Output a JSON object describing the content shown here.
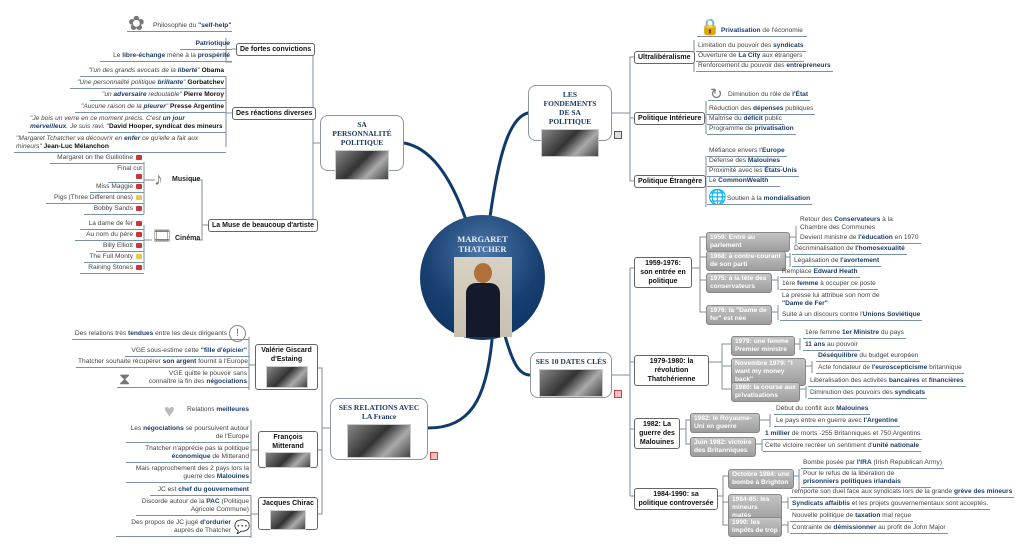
{
  "center": {
    "title": "MARGARET THATCHER"
  },
  "personnalite": {
    "title": "SA PERSONNALITÉ POLITIQUE",
    "convictions": {
      "label": "De fortes convictions",
      "items": [
        [
          [
            "Philosophie du ",
            ""
          ],
          [
            "\"self-help\"",
            "b"
          ]
        ],
        [
          [
            "Patriotique",
            "b"
          ]
        ],
        [
          [
            "Le ",
            ""
          ],
          [
            "libre-échange",
            "b"
          ],
          [
            " mène à la ",
            ""
          ],
          [
            "prospérité",
            "b"
          ]
        ]
      ]
    },
    "reactions": {
      "label": "Des réactions diverses",
      "items": [
        [
          [
            "\"l'un des grands avocats de la ",
            "i"
          ],
          [
            "liberté",
            "ib"
          ],
          [
            "\" ",
            "i"
          ],
          [
            "Obama",
            "k"
          ]
        ],
        [
          [
            "\"Une personnalité politique ",
            "i"
          ],
          [
            "brillante",
            "ib"
          ],
          [
            "\" ",
            "i"
          ],
          [
            "Gorbatchev",
            "k"
          ]
        ],
        [
          [
            "\"un ",
            "i"
          ],
          [
            "adversaire",
            "ib"
          ],
          [
            " redoutable\" ",
            "i"
          ],
          [
            "Pierre Moroy",
            "k"
          ]
        ],
        [
          [
            "\"Aucune raison de la ",
            "i"
          ],
          [
            "pleurer",
            "ib"
          ],
          [
            "\" ",
            "i"
          ],
          [
            "Presse Argentine",
            "k"
          ]
        ],
        [
          [
            "\"Je bois un verre en ce moment précis. C'est ",
            "i"
          ],
          [
            "un jour merveilleux",
            "ib"
          ],
          [
            ". Je suis ravi. \"",
            "i"
          ],
          [
            "David Hooper, syndicat des mineurs",
            "k"
          ]
        ],
        [
          [
            "\"Margaret Tchatcher va découvrir en ",
            "i"
          ],
          [
            "enfer",
            "ib"
          ],
          [
            " ce qu'elle a fait aux mineurs\" ",
            "i"
          ],
          [
            "Jean-Luc Mélanchon",
            "k"
          ]
        ]
      ]
    },
    "muse": {
      "label": "La Muse de beaucoup d'artiste",
      "musique": {
        "label": "Musique",
        "items": [
          [
            [
              "Margaret on the Guillotine",
              ""
            ]
          ],
          [
            [
              "Final cut",
              ""
            ]
          ],
          [
            [
              "Miss Maggie",
              ""
            ]
          ],
          [
            [
              "Pigs (Three Different ones)",
              ""
            ]
          ],
          [
            [
              "Bobby Sands",
              ""
            ]
          ]
        ]
      },
      "cinema": {
        "label": "Cinéma",
        "items": [
          [
            [
              "La dame de fer",
              ""
            ]
          ],
          [
            [
              "Au nom du père",
              ""
            ]
          ],
          [
            [
              "Billy Elliott",
              ""
            ]
          ],
          [
            [
              "The Full Monty",
              ""
            ]
          ],
          [
            [
              "Raining Stones",
              ""
            ]
          ]
        ]
      }
    }
  },
  "fondements": {
    "title": "LES FONDEMENTS DE SA POLITIQUE",
    "ultra": {
      "label": "Ultralibéralisme",
      "items": [
        [
          [
            "Privatisation",
            "b"
          ],
          [
            " de l'économie",
            ""
          ]
        ],
        [
          [
            "Limitation du pouvoir des ",
            ""
          ],
          [
            "syndicats",
            "b"
          ]
        ],
        [
          [
            "Ouverture de ",
            ""
          ],
          [
            "La City",
            "b"
          ],
          [
            " aux étrangers",
            ""
          ]
        ],
        [
          [
            "Renforcement du pouvoir des ",
            ""
          ],
          [
            "entrepreneurs",
            "b"
          ]
        ]
      ]
    },
    "interieure": {
      "label": "Politique Intérieure",
      "items": [
        [
          [
            "Diminution du rôle de ",
            ""
          ],
          [
            "l'État",
            "b"
          ]
        ],
        [
          [
            "Réduction des ",
            ""
          ],
          [
            "dépenses",
            "b"
          ],
          [
            " publiques",
            ""
          ]
        ],
        [
          [
            "Maîtrise du ",
            ""
          ],
          [
            "déficit",
            "b"
          ],
          [
            " public",
            ""
          ]
        ],
        [
          [
            "Programme de ",
            ""
          ],
          [
            "privatisation",
            "b"
          ]
        ]
      ]
    },
    "etrangere": {
      "label": "Politique Étrangère",
      "items": [
        [
          [
            "Méfiance envers l'",
            ""
          ],
          [
            "Europe",
            "b"
          ]
        ],
        [
          [
            "Défense des ",
            ""
          ],
          [
            "Malouines",
            "b"
          ]
        ],
        [
          [
            "Proximité avec les ",
            ""
          ],
          [
            "États-Unis",
            "b"
          ]
        ],
        [
          [
            "Le ",
            ""
          ],
          [
            "CommonWealth",
            "b"
          ]
        ],
        [
          [
            "Soutien à la ",
            ""
          ],
          [
            "mondialisation",
            "b"
          ]
        ]
      ]
    }
  },
  "dates": {
    "title": "SES 10 DATES CLÉS",
    "periods": [
      {
        "label": "1959-1976: son entrée en politique",
        "subs": [
          {
            "label": "1959: Entré au parlement",
            "items": [
              [
                [
                  "Retour des ",
                  ""
                ],
                [
                  "Conservateurs",
                  "b"
                ],
                [
                  " à la Chambre des Communes",
                  ""
                ]
              ],
              [
                [
                  "Devient ministre de ",
                  ""
                ],
                [
                  "l'éducation",
                  "b"
                ],
                [
                  " en 1970",
                  ""
                ]
              ]
            ]
          },
          {
            "label": "1968: à contre-courant de son parti",
            "items": [
              [
                [
                  "Décriminalisation de ",
                  ""
                ],
                [
                  "l'homosexualité",
                  "b"
                ]
              ],
              [
                [
                  "Légalisation de ",
                  ""
                ],
                [
                  "l'avortement",
                  "b"
                ]
              ]
            ]
          },
          {
            "label": "1975: à la tête des conservateurs",
            "items": [
              [
                [
                  "Remplace ",
                  ""
                ],
                [
                  "Edward Heath",
                  "b"
                ]
              ],
              [
                [
                  "1ère ",
                  ""
                ],
                [
                  "femme",
                  "b"
                ],
                [
                  " à occuper ce poste",
                  ""
                ]
              ]
            ]
          },
          {
            "label": "1976: la \"Dame de fer\" est née",
            "items": [
              [
                [
                  "La presse lui attribue son nom de ",
                  ""
                ],
                [
                  "\"Dame de Fer\"",
                  "b"
                ]
              ],
              [
                [
                  "Suite à un discours contre l'",
                  ""
                ],
                [
                  "Unions Soviétique",
                  "b"
                ]
              ]
            ]
          }
        ]
      },
      {
        "label": "1979-1980: la révolution Thatchérienne",
        "subs": [
          {
            "label": "1979: une femme Premier ministre",
            "items": [
              [
                [
                  "1ère femme ",
                  ""
                ],
                [
                  "1er Ministre",
                  "b"
                ],
                [
                  " du pays",
                  ""
                ]
              ],
              [
                [
                  "11 ans",
                  "b"
                ],
                [
                  " au pouvoir",
                  ""
                ]
              ]
            ]
          },
          {
            "label": "Novembre 1979: \"I want my money back\"",
            "items": [
              [
                [
                  "Déséquilibre",
                  "b"
                ],
                [
                  " du budget européen",
                  ""
                ]
              ],
              [
                [
                  "Acte fondateur de ",
                  ""
                ],
                [
                  "l'euroscepticisme",
                  "b"
                ],
                [
                  " britannique",
                  ""
                ]
              ]
            ]
          },
          {
            "label": "1980: la course aux privatisations",
            "items": [
              [
                [
                  "Libéralisation des activités ",
                  ""
                ],
                [
                  "bancaires",
                  "b"
                ],
                [
                  " et ",
                  ""
                ],
                [
                  "financières",
                  "b"
                ]
              ],
              [
                [
                  "Diminution des pouvoirs des ",
                  ""
                ],
                [
                  "syndicats",
                  "b"
                ]
              ]
            ]
          }
        ]
      },
      {
        "label": "1982: La guerre des Malouines",
        "subs": [
          {
            "label": "1982: le Royaume-Uni en guerre",
            "items": [
              [
                [
                  "Début du conflit aux ",
                  ""
                ],
                [
                  "Malouines",
                  "b"
                ]
              ],
              [
                [
                  "Le pays entre en guerre avec ",
                  ""
                ],
                [
                  "l'Argentine",
                  "b"
                ]
              ]
            ]
          },
          {
            "label": "Juin 1982: victoire des Britanniques",
            "items": [
              [
                [
                  "1 millier",
                  "b"
                ],
                [
                  " de morts -255 Britanniques et 750 Argentins",
                  ""
                ]
              ],
              [
                [
                  "Cette victoire recréer un sentiment d'",
                  ""
                ],
                [
                  "unité nationale",
                  "b"
                ]
              ]
            ]
          }
        ]
      },
      {
        "label": "1984-1990: sa politique controversée",
        "subs": [
          {
            "label": "Octobre 1984: une bombe à Brighton",
            "items": [
              [
                [
                  "Bombe posée par ",
                  ""
                ],
                [
                  "l'IRA",
                  "b"
                ],
                [
                  " (Irish Republican Army)",
                  ""
                ]
              ],
              [
                [
                  "Pour le refus de la libération de ",
                  ""
                ],
                [
                  "prisonniers politiques irlandais",
                  "b"
                ]
              ]
            ]
          },
          {
            "label": "1984-85: les mineurs matés",
            "items": [
              [
                [
                  "remporte son duel face aux syndicats lors de la grande ",
                  ""
                ],
                [
                  "grève des mineurs",
                  "b"
                ]
              ],
              [
                [
                  "Syndicats affaiblis",
                  "b"
                ],
                [
                  " et les projets gouvernementaux sont acceptés.",
                  ""
                ]
              ]
            ]
          },
          {
            "label": "1990: les impôts de trop",
            "items": [
              [
                [
                  "Nouvelle politique de ",
                  ""
                ],
                [
                  "taxation",
                  "b"
                ],
                [
                  " mal reçue",
                  ""
                ]
              ],
              [
                [
                  "Contrainte de ",
                  ""
                ],
                [
                  "démissionner",
                  "b"
                ],
                [
                  " au profit de John Major",
                  ""
                ]
              ]
            ]
          }
        ]
      }
    ]
  },
  "france": {
    "title_line1": "SES RELATIONS AVEC",
    "title_line2": "LA France",
    "giscard": {
      "label": "Valérie Giscard d'Estaing",
      "items": [
        [
          [
            "Des relations très ",
            ""
          ],
          [
            "tendues",
            "b"
          ],
          [
            " entre les deux dirigeants",
            ""
          ]
        ],
        [
          [
            "VGE sous-estime cette ",
            ""
          ],
          [
            "\"fille d'épicier\"",
            "b"
          ]
        ],
        [
          [
            "Thatcher souhaite récupérer ",
            ""
          ],
          [
            "son argent",
            "b"
          ],
          [
            " fournit à l'Europe",
            ""
          ]
        ],
        [
          [
            "VGE quitte le pouvoir sans connaître la fin des ",
            ""
          ],
          [
            "négociations",
            "b"
          ]
        ]
      ]
    },
    "mitterand": {
      "label": "François Mitterand",
      "items": [
        [
          [
            "Relations ",
            ""
          ],
          [
            "meilleures",
            "b"
          ]
        ],
        [
          [
            "Les ",
            ""
          ],
          [
            "négociations",
            "b"
          ],
          [
            " se poursuivent autour de l'Europe",
            ""
          ]
        ],
        [
          [
            "Thatcher n'apprécie pas la politique ",
            ""
          ],
          [
            "économique",
            "b"
          ],
          [
            " de Mitterand",
            ""
          ]
        ],
        [
          [
            "Mais rapprochement des 2 pays lors la guerre des ",
            ""
          ],
          [
            "Malouines",
            "b"
          ]
        ]
      ]
    },
    "chirac": {
      "label": "Jacques Chirac",
      "items": [
        [
          [
            "JC est ",
            ""
          ],
          [
            "chef du gouvernement",
            "b"
          ]
        ],
        [
          [
            "Discorde autour de la ",
            ""
          ],
          [
            "PAC",
            "b"
          ],
          [
            " (Politique Agricole Commune)",
            ""
          ]
        ],
        [
          [
            "Des propos de JC jugé ",
            ""
          ],
          [
            "d'ordurier",
            "b"
          ],
          [
            " auprès de Thatcher",
            ""
          ]
        ]
      ]
    }
  },
  "colors": {
    "navy": "#163f70",
    "accent": "#1d3d6b",
    "line": "#7890a8"
  }
}
